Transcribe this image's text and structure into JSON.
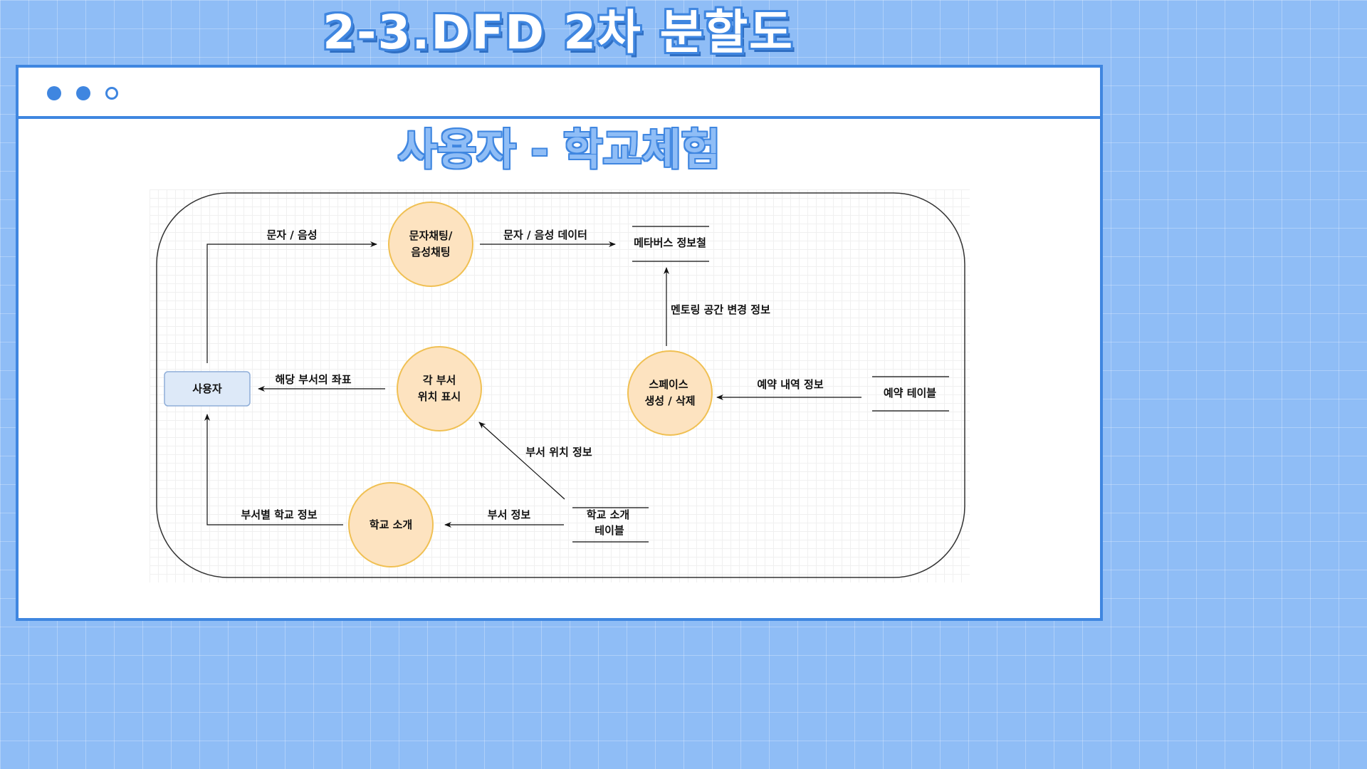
{
  "slide": {
    "title": "2-3.DFD 2차 분할도"
  },
  "window": {
    "dot_color": "#3f86e0"
  },
  "diagram": {
    "title": "사용자 -  학교체험",
    "colors": {
      "process_fill": "#fde3c0",
      "process_stroke": "#f0c053",
      "entity_fill": "#dde9f8",
      "entity_stroke": "#8faed8"
    },
    "external_entity": {
      "label": "사용자"
    },
    "processes": {
      "chat": {
        "line1": "문자채팅/",
        "line2": "음성채팅"
      },
      "locate": {
        "line1": "각 부서",
        "line2": "위치 표시"
      },
      "space": {
        "line1": "스페이스",
        "line2": "생성 / 삭제"
      },
      "intro": {
        "line1": "학교 소개"
      }
    },
    "data_stores": {
      "metaverse": {
        "line1": "메타버스 정보철"
      },
      "reservation": {
        "line1": "예약 테이블"
      },
      "school_intro": {
        "line1": "학교 소개",
        "line2": "테이블"
      }
    },
    "flows": {
      "text_voice": "문자 / 음성",
      "text_voice_data": "문자 / 음성 데이터",
      "mentoring_change": "멘토링 공간 변경 정보",
      "dept_coords": "해당 부서의 좌표",
      "reservation_info": "예약 내역 정보",
      "dept_location": "부서 위치 정보",
      "dept_info": "부서 정보",
      "school_info_by_dept": "부서별 학교 정보"
    }
  }
}
